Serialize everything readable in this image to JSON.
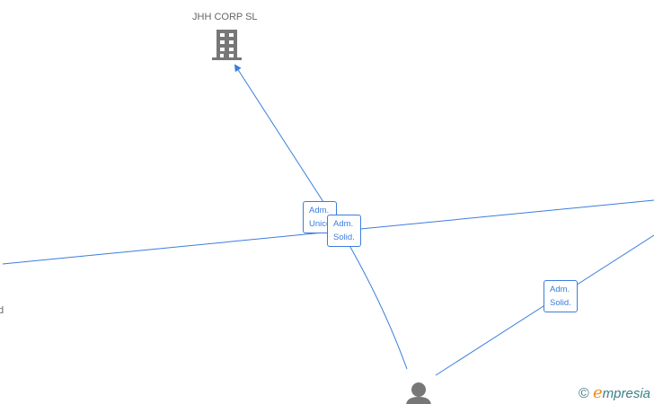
{
  "nodes": {
    "company": {
      "label": "JHH CORP  SL",
      "icon": "building-icon"
    },
    "person": {
      "icon": "person-icon"
    },
    "left_partial": {
      "label": "d"
    }
  },
  "relations": [
    {
      "line1": "Adm.",
      "line2": "Unico"
    },
    {
      "line1": "Adm.",
      "line2": "Solid."
    },
    {
      "line1": "Adm.",
      "line2": "Solid."
    }
  ],
  "brand": {
    "copyright": "©",
    "e": "e",
    "rest": "mpresia"
  },
  "colors": {
    "edge": "#3b7ddd",
    "node": "#777777",
    "brand_orange": "#f08a1c",
    "brand_teal": "#3a7f8a"
  }
}
